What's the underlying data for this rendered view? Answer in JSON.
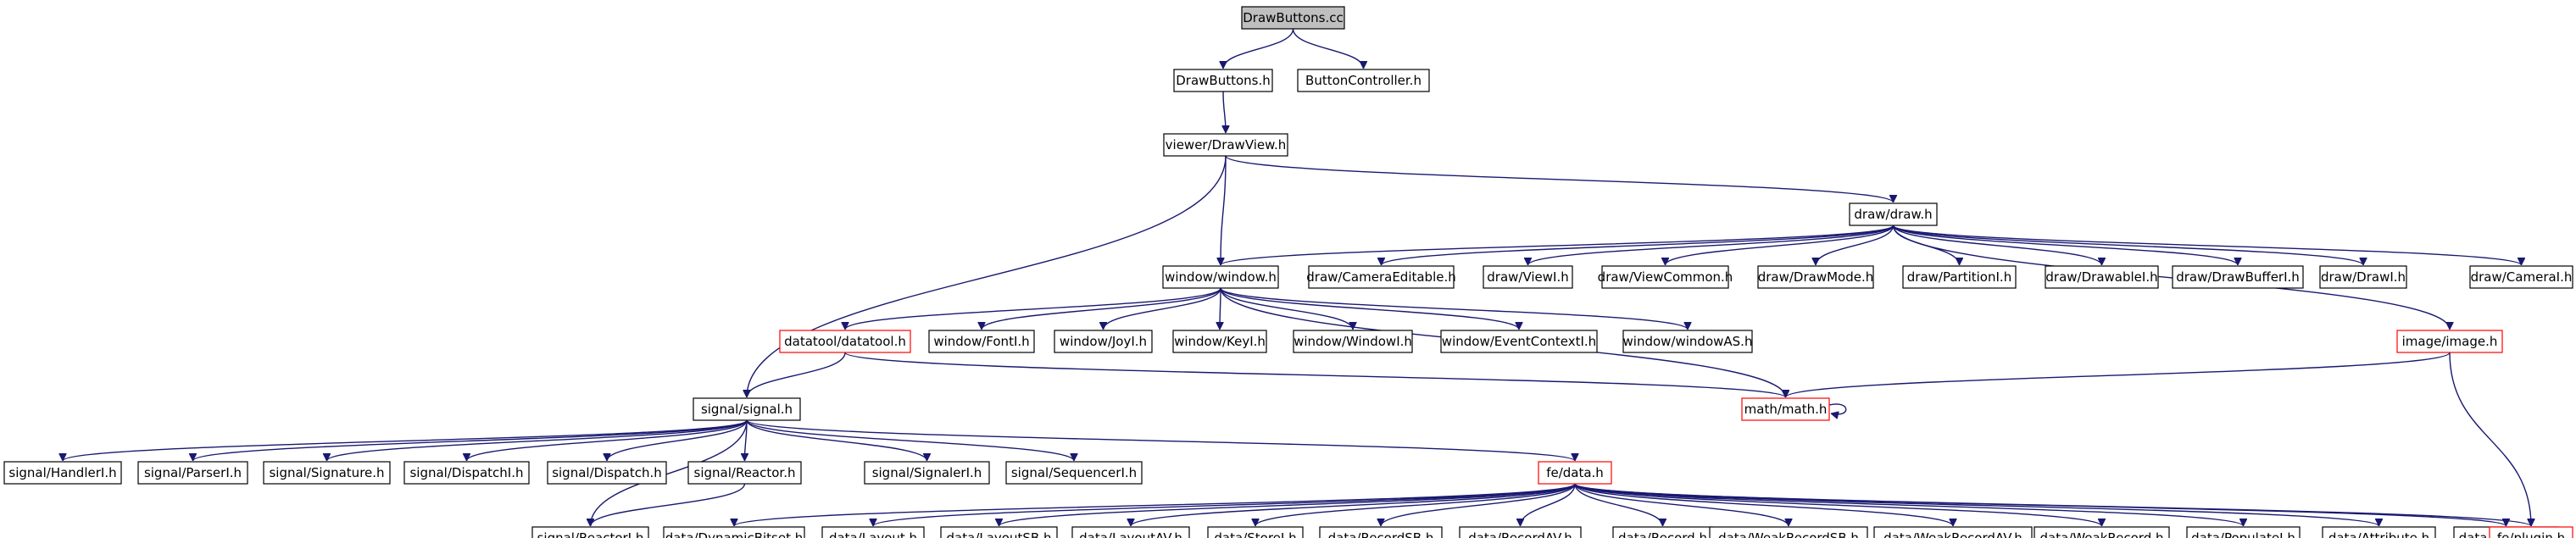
{
  "graph": {
    "nodes": [
      {
        "id": "drawbuttons_cc",
        "label": "DrawButtons.cc",
        "style": "root"
      },
      {
        "id": "drawbuttons_h",
        "label": "DrawButtons.h",
        "style": "normal"
      },
      {
        "id": "buttoncontroller_h",
        "label": "ButtonController.h",
        "style": "normal"
      },
      {
        "id": "drawview_h",
        "label": "viewer/DrawView.h",
        "style": "normal"
      },
      {
        "id": "draw_h",
        "label": "draw/draw.h",
        "style": "normal"
      },
      {
        "id": "window_h",
        "label": "window/window.h",
        "style": "normal"
      },
      {
        "id": "cameraeditable_h",
        "label": "draw/CameraEditable.h",
        "style": "normal"
      },
      {
        "id": "viewi_h",
        "label": "draw/ViewI.h",
        "style": "normal"
      },
      {
        "id": "viewcommon_h",
        "label": "draw/ViewCommon.h",
        "style": "normal"
      },
      {
        "id": "drawmode_h",
        "label": "draw/DrawMode.h",
        "style": "normal"
      },
      {
        "id": "partitioni_h",
        "label": "draw/PartitionI.h",
        "style": "normal"
      },
      {
        "id": "drawablei_h",
        "label": "draw/DrawableI.h",
        "style": "normal"
      },
      {
        "id": "drawbufferi_h",
        "label": "draw/DrawBufferI.h",
        "style": "normal"
      },
      {
        "id": "drawi_h",
        "label": "draw/DrawI.h",
        "style": "normal"
      },
      {
        "id": "camerai_h",
        "label": "draw/CameraI.h",
        "style": "normal"
      },
      {
        "id": "datatool_h",
        "label": "datatool/datatool.h",
        "style": "red"
      },
      {
        "id": "fonti_h",
        "label": "window/FontI.h",
        "style": "normal"
      },
      {
        "id": "joyi_h",
        "label": "window/JoyI.h",
        "style": "normal"
      },
      {
        "id": "keyi_h",
        "label": "window/KeyI.h",
        "style": "normal"
      },
      {
        "id": "windowi_h",
        "label": "window/WindowI.h",
        "style": "normal"
      },
      {
        "id": "eventcontexti_h",
        "label": "window/EventContextI.h",
        "style": "normal"
      },
      {
        "id": "windowas_h",
        "label": "window/windowAS.h",
        "style": "normal"
      },
      {
        "id": "image_h",
        "label": "image/image.h",
        "style": "red"
      },
      {
        "id": "signal_h",
        "label": "signal/signal.h",
        "style": "normal"
      },
      {
        "id": "math_h",
        "label": "math/math.h",
        "style": "red"
      },
      {
        "id": "handleri_h",
        "label": "signal/HandlerI.h",
        "style": "normal"
      },
      {
        "id": "parseri_h",
        "label": "signal/ParserI.h",
        "style": "normal"
      },
      {
        "id": "signature_h",
        "label": "signal/Signature.h",
        "style": "normal"
      },
      {
        "id": "dispatchi_h",
        "label": "signal/DispatchI.h",
        "style": "normal"
      },
      {
        "id": "dispatch_h",
        "label": "signal/Dispatch.h",
        "style": "normal"
      },
      {
        "id": "reactor_h",
        "label": "signal/Reactor.h",
        "style": "normal"
      },
      {
        "id": "signaleri_h",
        "label": "signal/SignalerI.h",
        "style": "normal"
      },
      {
        "id": "sequenceri_h",
        "label": "signal/SequencerI.h",
        "style": "normal"
      },
      {
        "id": "fedata_h",
        "label": "fe/data.h",
        "style": "red"
      },
      {
        "id": "reactori_h",
        "label": "signal/ReactorI.h",
        "style": "normal"
      },
      {
        "id": "dynamicbitset_h",
        "label": "data/DynamicBitset.h",
        "style": "normal"
      },
      {
        "id": "layout_h",
        "label": "data/Layout.h",
        "style": "normal"
      },
      {
        "id": "layoutsb_h",
        "label": "data/LayoutSB.h",
        "style": "normal"
      },
      {
        "id": "layoutav_h",
        "label": "data/LayoutAV.h",
        "style": "normal"
      },
      {
        "id": "storei_h",
        "label": "data/StoreI.h",
        "style": "normal"
      },
      {
        "id": "recordsb_h",
        "label": "data/RecordSB.h",
        "style": "normal"
      },
      {
        "id": "recordav_h",
        "label": "data/RecordAV.h",
        "style": "normal"
      },
      {
        "id": "record_h",
        "label": "data/Record.h",
        "style": "normal"
      },
      {
        "id": "weakrecordsb_h",
        "label": "data/WeakRecordSB.h",
        "style": "normal"
      },
      {
        "id": "weakrecordav_h",
        "label": "data/WeakRecordAV.h",
        "style": "normal"
      },
      {
        "id": "weakrecord_h",
        "label": "data/WeakRecord.h",
        "style": "normal"
      },
      {
        "id": "populatei_h",
        "label": "data/PopulateI.h",
        "style": "normal"
      },
      {
        "id": "attribute_h",
        "label": "data/Attribute.h",
        "style": "normal"
      },
      {
        "id": "depend_h",
        "label": "data/Depend.h",
        "style": "normal"
      },
      {
        "id": "plugin_h",
        "label": "fe/plugin.h",
        "style": "red"
      }
    ],
    "edges": [
      [
        "drawbuttons_cc",
        "drawbuttons_h"
      ],
      [
        "drawbuttons_cc",
        "buttoncontroller_h"
      ],
      [
        "drawbuttons_h",
        "drawview_h"
      ],
      [
        "drawview_h",
        "draw_h"
      ],
      [
        "drawview_h",
        "window_h"
      ],
      [
        "drawview_h",
        "signal_h"
      ],
      [
        "draw_h",
        "window_h"
      ],
      [
        "draw_h",
        "cameraeditable_h"
      ],
      [
        "draw_h",
        "viewi_h"
      ],
      [
        "draw_h",
        "viewcommon_h"
      ],
      [
        "draw_h",
        "drawmode_h"
      ],
      [
        "draw_h",
        "partitioni_h"
      ],
      [
        "draw_h",
        "drawablei_h"
      ],
      [
        "draw_h",
        "drawbufferi_h"
      ],
      [
        "draw_h",
        "drawi_h"
      ],
      [
        "draw_h",
        "camerai_h"
      ],
      [
        "draw_h",
        "image_h"
      ],
      [
        "window_h",
        "datatool_h"
      ],
      [
        "window_h",
        "fonti_h"
      ],
      [
        "window_h",
        "joyi_h"
      ],
      [
        "window_h",
        "keyi_h"
      ],
      [
        "window_h",
        "windowi_h"
      ],
      [
        "window_h",
        "eventcontexti_h"
      ],
      [
        "window_h",
        "windowas_h"
      ],
      [
        "window_h",
        "math_h"
      ],
      [
        "datatool_h",
        "signal_h"
      ],
      [
        "datatool_h",
        "math_h"
      ],
      [
        "image_h",
        "math_h"
      ],
      [
        "image_h",
        "plugin_h"
      ],
      [
        "math_h",
        "math_h"
      ],
      [
        "signal_h",
        "handleri_h"
      ],
      [
        "signal_h",
        "parseri_h"
      ],
      [
        "signal_h",
        "signature_h"
      ],
      [
        "signal_h",
        "dispatchi_h"
      ],
      [
        "signal_h",
        "dispatch_h"
      ],
      [
        "signal_h",
        "reactor_h"
      ],
      [
        "signal_h",
        "signaleri_h"
      ],
      [
        "signal_h",
        "sequenceri_h"
      ],
      [
        "signal_h",
        "fedata_h"
      ],
      [
        "signal_h",
        "reactori_h"
      ],
      [
        "reactor_h",
        "reactori_h"
      ],
      [
        "fedata_h",
        "dynamicbitset_h"
      ],
      [
        "fedata_h",
        "layout_h"
      ],
      [
        "fedata_h",
        "layoutsb_h"
      ],
      [
        "fedata_h",
        "layoutav_h"
      ],
      [
        "fedata_h",
        "storei_h"
      ],
      [
        "fedata_h",
        "recordsb_h"
      ],
      [
        "fedata_h",
        "recordav_h"
      ],
      [
        "fedata_h",
        "record_h"
      ],
      [
        "fedata_h",
        "weakrecordsb_h"
      ],
      [
        "fedata_h",
        "weakrecordav_h"
      ],
      [
        "fedata_h",
        "weakrecord_h"
      ],
      [
        "fedata_h",
        "populatei_h"
      ],
      [
        "fedata_h",
        "attribute_h"
      ],
      [
        "fedata_h",
        "depend_h"
      ],
      [
        "fedata_h",
        "plugin_h"
      ]
    ]
  },
  "colors": {
    "edge": "#191970",
    "node_border": "#000000",
    "node_border_red": "#ff0000",
    "root_fill": "#bfbfbf",
    "node_fill": "#ffffff",
    "text": "#000000"
  }
}
